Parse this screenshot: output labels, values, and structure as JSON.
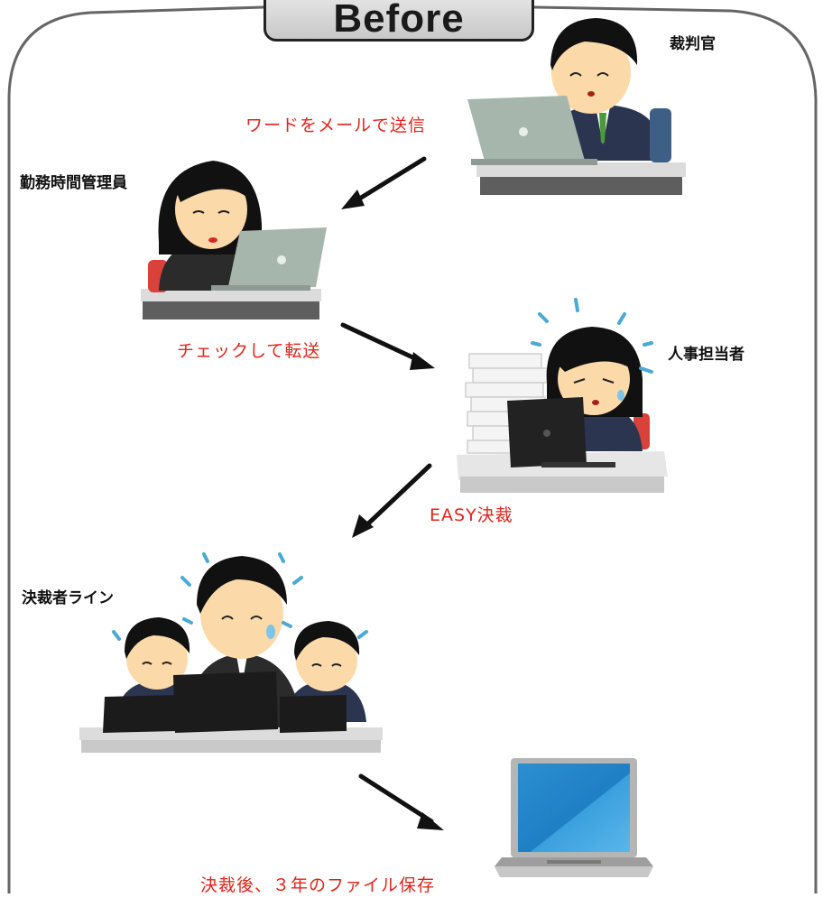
{
  "title": "Before",
  "roles": {
    "judge": "裁判官",
    "attendance_manager": "勤務時間管理員",
    "hr_staff": "人事担当者",
    "approver_line": "決裁者ライン"
  },
  "actions": {
    "step1": "ワードをメールで送信",
    "step2": "チェックして転送",
    "step3": "EASY決裁",
    "step4": "決裁後、３年のファイル保存"
  },
  "colors": {
    "action_text": "#e2231a",
    "frame": "#555555",
    "arrow": "#111111"
  },
  "icons": [
    "judge-at-laptop",
    "woman-at-laptop",
    "stressed-woman-with-papers",
    "three-stressed-men",
    "laptop-icon",
    "arrow"
  ]
}
